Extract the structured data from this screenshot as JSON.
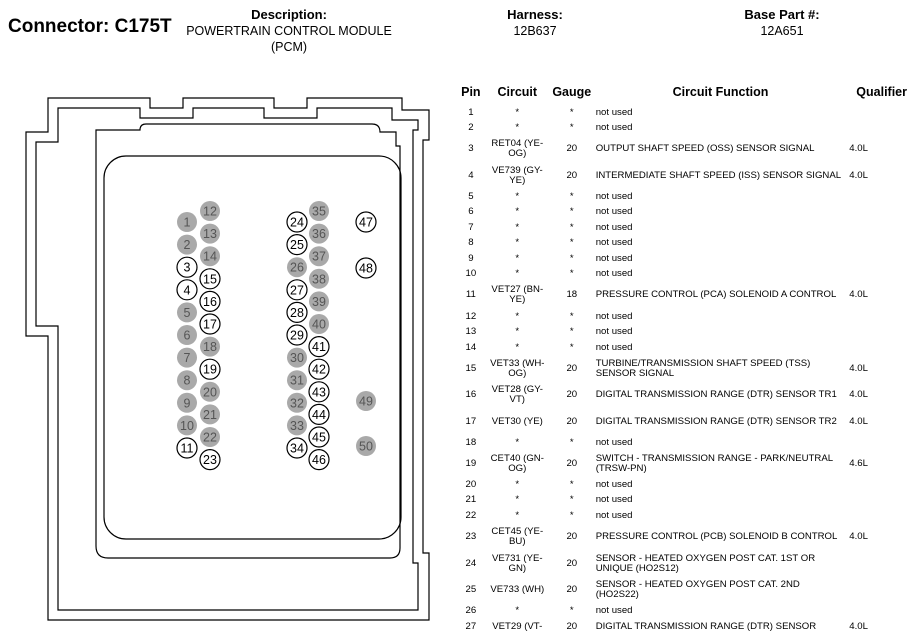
{
  "header": {
    "connector": "Connector: C175T",
    "description_label": "Description:",
    "description": "POWERTRAIN CONTROL MODULE (PCM)",
    "harness_label": "Harness:",
    "harness": "12B637",
    "base_part_label": "Base Part #:",
    "base_part": "12A651"
  },
  "diagram": {
    "filled_color": "#a9a9a9",
    "outline_color": "#000000",
    "pins": [
      {
        "n": "1",
        "filled": true
      },
      {
        "n": "2",
        "filled": true
      },
      {
        "n": "3",
        "filled": false
      },
      {
        "n": "4",
        "filled": false
      },
      {
        "n": "5",
        "filled": true
      },
      {
        "n": "6",
        "filled": true
      },
      {
        "n": "7",
        "filled": true
      },
      {
        "n": "8",
        "filled": true
      },
      {
        "n": "9",
        "filled": true
      },
      {
        "n": "10",
        "filled": true
      },
      {
        "n": "11",
        "filled": false
      },
      {
        "n": "12",
        "filled": true
      },
      {
        "n": "13",
        "filled": true
      },
      {
        "n": "14",
        "filled": true
      },
      {
        "n": "15",
        "filled": false
      },
      {
        "n": "16",
        "filled": false
      },
      {
        "n": "17",
        "filled": false
      },
      {
        "n": "18",
        "filled": true
      },
      {
        "n": "19",
        "filled": false
      },
      {
        "n": "20",
        "filled": true
      },
      {
        "n": "21",
        "filled": true
      },
      {
        "n": "22",
        "filled": true
      },
      {
        "n": "23",
        "filled": false
      },
      {
        "n": "24",
        "filled": false
      },
      {
        "n": "25",
        "filled": false
      },
      {
        "n": "26",
        "filled": true
      },
      {
        "n": "27",
        "filled": false
      },
      {
        "n": "28",
        "filled": false
      },
      {
        "n": "29",
        "filled": false
      },
      {
        "n": "30",
        "filled": true
      },
      {
        "n": "31",
        "filled": true
      },
      {
        "n": "32",
        "filled": true
      },
      {
        "n": "33",
        "filled": true
      },
      {
        "n": "34",
        "filled": false
      },
      {
        "n": "35",
        "filled": true
      },
      {
        "n": "36",
        "filled": true
      },
      {
        "n": "37",
        "filled": true
      },
      {
        "n": "38",
        "filled": true
      },
      {
        "n": "39",
        "filled": true
      },
      {
        "n": "40",
        "filled": true
      },
      {
        "n": "41",
        "filled": false
      },
      {
        "n": "42",
        "filled": false
      },
      {
        "n": "43",
        "filled": false
      },
      {
        "n": "44",
        "filled": false
      },
      {
        "n": "45",
        "filled": false
      },
      {
        "n": "46",
        "filled": false
      },
      {
        "n": "47",
        "filled": false
      },
      {
        "n": "48",
        "filled": false
      },
      {
        "n": "49",
        "filled": true
      },
      {
        "n": "50",
        "filled": true
      }
    ]
  },
  "table": {
    "headers": {
      "pin": "Pin",
      "circuit": "Circuit",
      "gauge": "Gauge",
      "function": "Circuit Function",
      "qualifier": "Qualifier"
    },
    "rows": [
      {
        "pin": "1",
        "circuit": "*",
        "gauge": "*",
        "function": "not used",
        "qualifier": "",
        "tall": false
      },
      {
        "pin": "2",
        "circuit": "*",
        "gauge": "*",
        "function": "not used",
        "qualifier": "",
        "tall": false
      },
      {
        "pin": "3",
        "circuit": "RET04 (YE-OG)",
        "gauge": "20",
        "function": "OUTPUT SHAFT SPEED (OSS) SENSOR SIGNAL",
        "qualifier": "4.0L",
        "tall": true
      },
      {
        "pin": "4",
        "circuit": "VE739 (GY-YE)",
        "gauge": "20",
        "function": "INTERMEDIATE SHAFT SPEED (ISS) SENSOR SIGNAL",
        "qualifier": "4.0L",
        "tall": true
      },
      {
        "pin": "5",
        "circuit": "*",
        "gauge": "*",
        "function": "not used",
        "qualifier": "",
        "tall": false
      },
      {
        "pin": "6",
        "circuit": "*",
        "gauge": "*",
        "function": "not used",
        "qualifier": "",
        "tall": false
      },
      {
        "pin": "7",
        "circuit": "*",
        "gauge": "*",
        "function": "not used",
        "qualifier": "",
        "tall": false
      },
      {
        "pin": "8",
        "circuit": "*",
        "gauge": "*",
        "function": "not used",
        "qualifier": "",
        "tall": false
      },
      {
        "pin": "9",
        "circuit": "*",
        "gauge": "*",
        "function": "not used",
        "qualifier": "",
        "tall": false
      },
      {
        "pin": "10",
        "circuit": "*",
        "gauge": "*",
        "function": "not used",
        "qualifier": "",
        "tall": false
      },
      {
        "pin": "11",
        "circuit": "VET27 (BN-YE)",
        "gauge": "18",
        "function": "PRESSURE CONTROL (PCA) SOLENOID A CONTROL",
        "qualifier": "4.0L",
        "tall": true
      },
      {
        "pin": "12",
        "circuit": "*",
        "gauge": "*",
        "function": "not used",
        "qualifier": "",
        "tall": false
      },
      {
        "pin": "13",
        "circuit": "*",
        "gauge": "*",
        "function": "not used",
        "qualifier": "",
        "tall": false
      },
      {
        "pin": "14",
        "circuit": "*",
        "gauge": "*",
        "function": "not used",
        "qualifier": "",
        "tall": false
      },
      {
        "pin": "15",
        "circuit": "VET33 (WH-OG)",
        "gauge": "20",
        "function": "TURBINE/TRANSMISSION SHAFT SPEED (TSS) SENSOR SIGNAL",
        "qualifier": "4.0L",
        "tall": true
      },
      {
        "pin": "16",
        "circuit": "VET28 (GY-VT)",
        "gauge": "20",
        "function": "DIGITAL TRANSMISSION RANGE (DTR) SENSOR TR1",
        "qualifier": "4.0L",
        "tall": true
      },
      {
        "pin": "17",
        "circuit": "VET30 (YE)",
        "gauge": "20",
        "function": "DIGITAL TRANSMISSION RANGE (DTR) SENSOR TR2",
        "qualifier": "4.0L",
        "tall": true
      },
      {
        "pin": "18",
        "circuit": "*",
        "gauge": "*",
        "function": "not used",
        "qualifier": "",
        "tall": false
      },
      {
        "pin": "19",
        "circuit": "CET40 (GN-OG)",
        "gauge": "20",
        "function": "SWITCH - TRANSMISSION RANGE - PARK/NEUTRAL (TRSW-PN)",
        "qualifier": "4.6L",
        "tall": true
      },
      {
        "pin": "20",
        "circuit": "*",
        "gauge": "*",
        "function": "not used",
        "qualifier": "",
        "tall": false
      },
      {
        "pin": "21",
        "circuit": "*",
        "gauge": "*",
        "function": "not used",
        "qualifier": "",
        "tall": false
      },
      {
        "pin": "22",
        "circuit": "*",
        "gauge": "*",
        "function": "not used",
        "qualifier": "",
        "tall": false
      },
      {
        "pin": "23",
        "circuit": "CET45 (YE-BU)",
        "gauge": "20",
        "function": "PRESSURE CONTROL (PCB) SOLENOID B CONTROL",
        "qualifier": "4.0L",
        "tall": true
      },
      {
        "pin": "24",
        "circuit": "VE731 (YE-GN)",
        "gauge": "20",
        "function": "SENSOR - HEATED OXYGEN POST CAT. 1ST OR UNIQUE (HO2S12)",
        "qualifier": "",
        "tall": true
      },
      {
        "pin": "25",
        "circuit": "VE733 (WH)",
        "gauge": "20",
        "function": "SENSOR - HEATED OXYGEN POST CAT. 2ND (HO2S22)",
        "qualifier": "",
        "tall": true
      },
      {
        "pin": "26",
        "circuit": "*",
        "gauge": "*",
        "function": "not used",
        "qualifier": "",
        "tall": false
      },
      {
        "pin": "27",
        "circuit": "VET29 (VT-",
        "gauge": "20",
        "function": "DIGITAL TRANSMISSION RANGE (DTR) SENSOR",
        "qualifier": "4.0L",
        "tall": false
      }
    ]
  }
}
